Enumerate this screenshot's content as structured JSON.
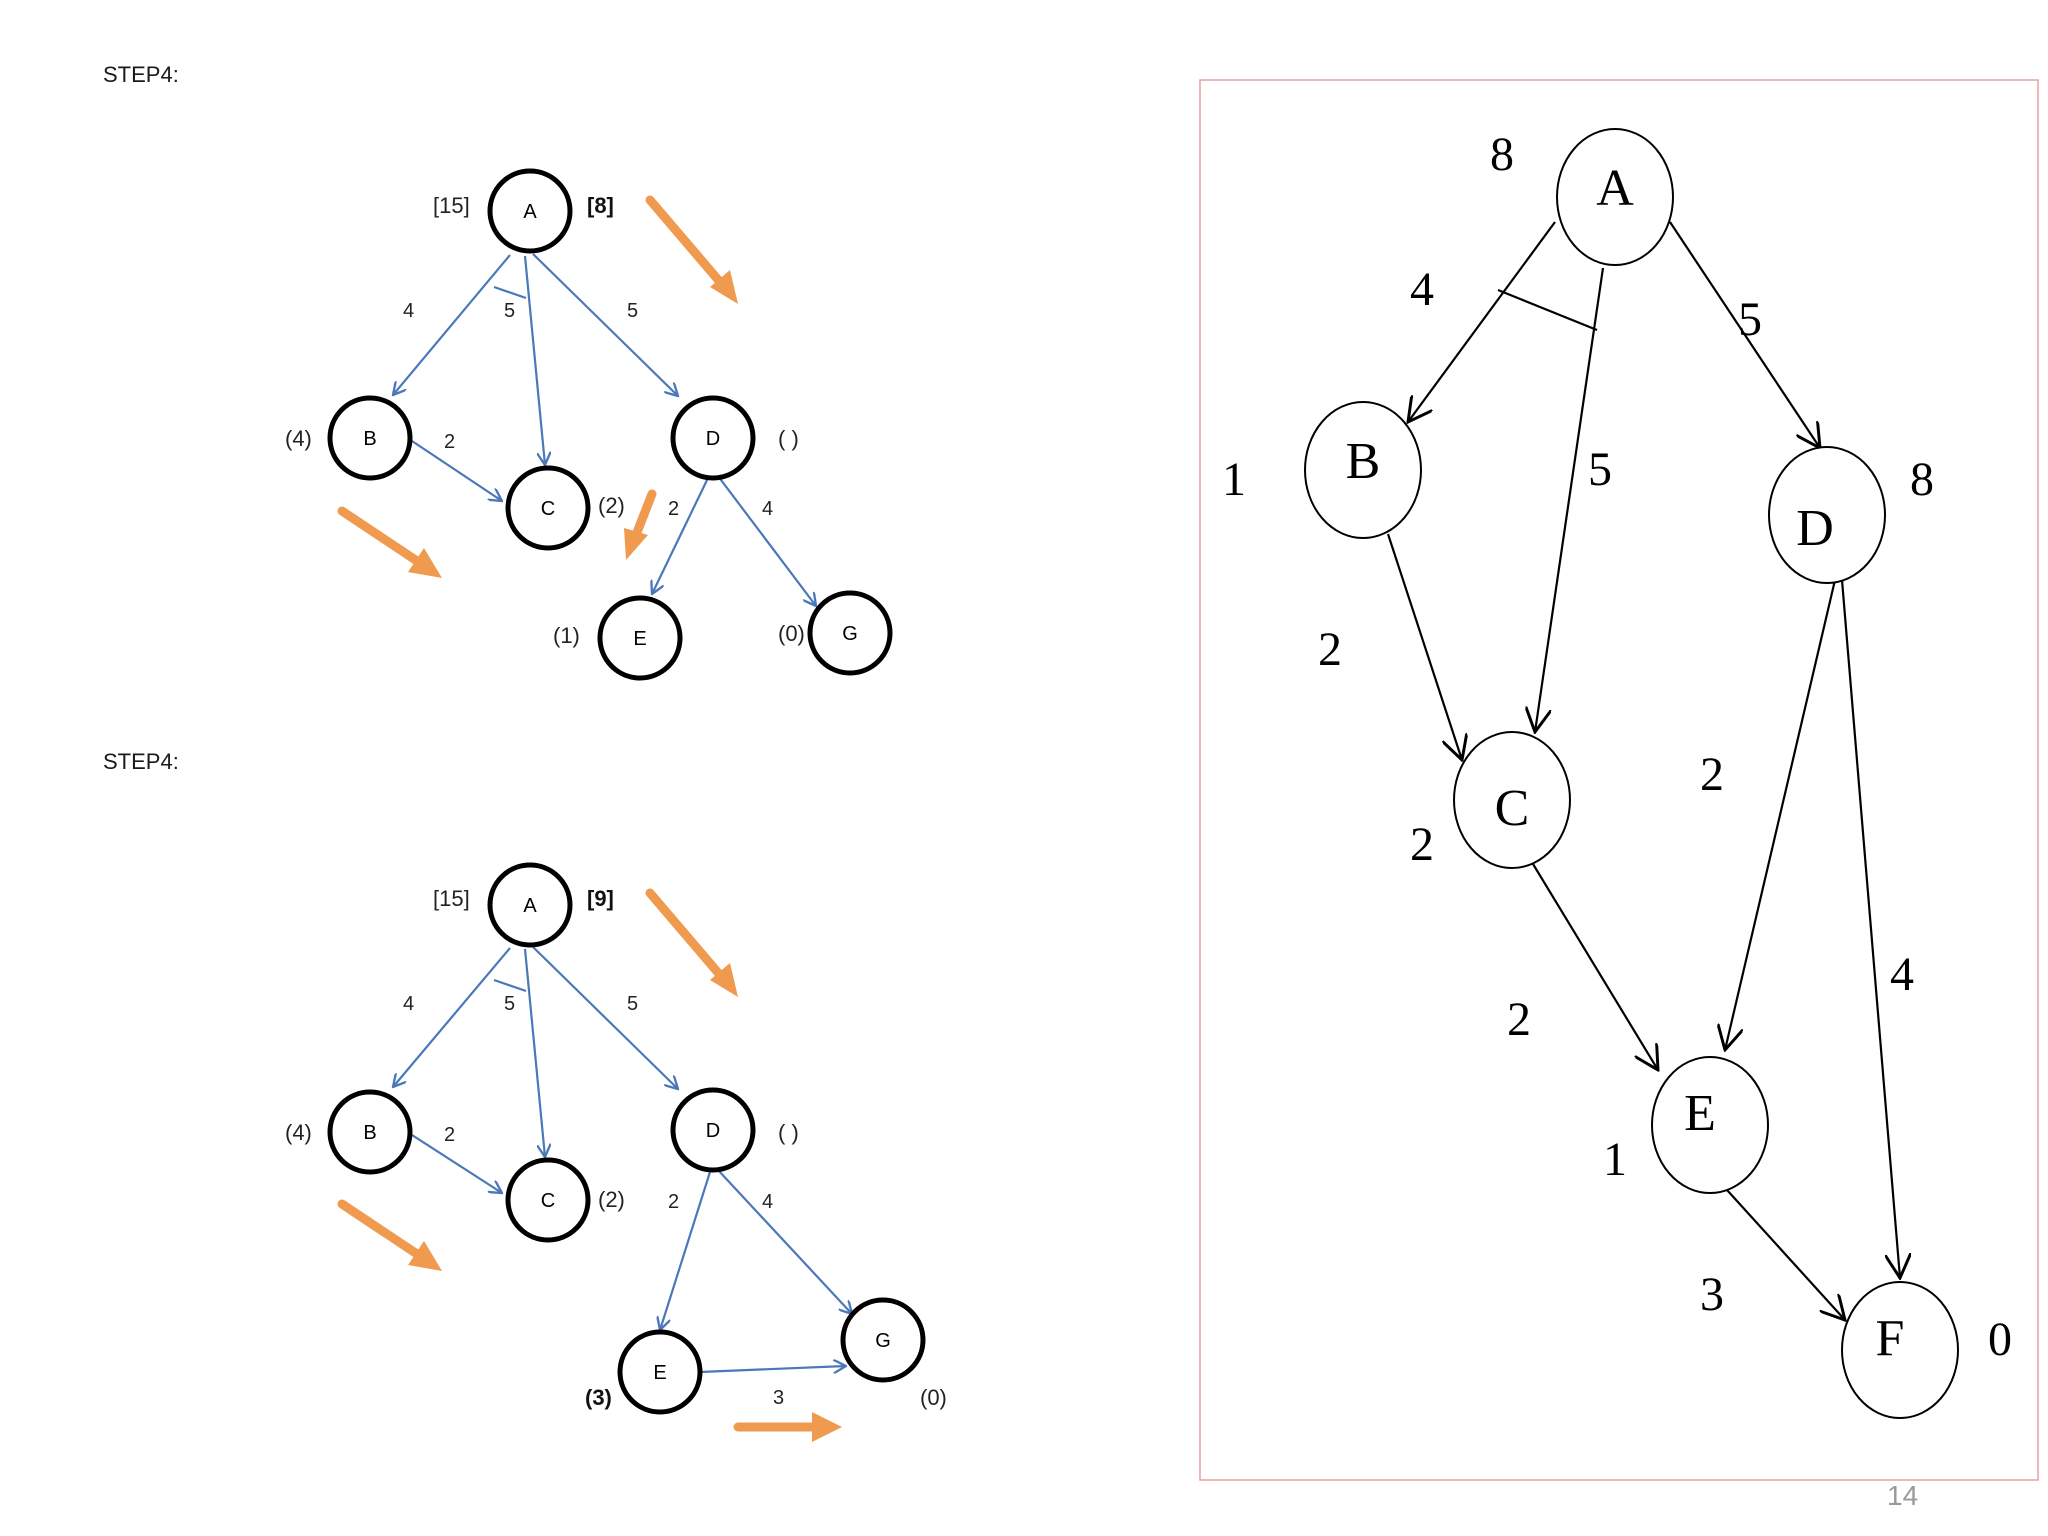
{
  "step_labels": [
    "STEP4:",
    "STEP4:"
  ],
  "page_number": "14",
  "colors": {
    "edge_blue": "#4a78b8",
    "arrow_orange": "#ef9a4e",
    "frame_pink": "#e8a0a0"
  },
  "diagram1": {
    "nodes": {
      "A": "A",
      "B": "B",
      "C": "C",
      "D": "D",
      "E": "E",
      "G": "G"
    },
    "labels": {
      "A_left": "[15]",
      "A_right": "[8]",
      "B": "(4)",
      "C": "(2)",
      "D": "( )",
      "E": "(1)",
      "G": "(0)"
    },
    "weights": {
      "AB": "4",
      "AC": "5",
      "AD": "5",
      "BC": "2",
      "DE": "2",
      "DG": "4"
    }
  },
  "diagram2": {
    "nodes": {
      "A": "A",
      "B": "B",
      "C": "C",
      "D": "D",
      "E": "E",
      "G": "G"
    },
    "labels": {
      "A_left": "[15]",
      "A_right": "[9]",
      "B": "(4)",
      "C": "(2)",
      "D": "( )",
      "E": "(3)",
      "G": "(0)"
    },
    "weights": {
      "AB": "4",
      "AC": "5",
      "AD": "5",
      "BC": "2",
      "DE": "2",
      "DG": "4",
      "EG": "3"
    }
  },
  "diagram3": {
    "nodes": {
      "A": "A",
      "B": "B",
      "C": "C",
      "D": "D",
      "E": "E",
      "F": "F"
    },
    "heuristics": {
      "A": "8",
      "B": "1",
      "C": "2",
      "D": "8",
      "E": "1",
      "F": "0"
    },
    "weights": {
      "AB": "4",
      "AC": "5",
      "AD": "5",
      "BC": "2",
      "CE": "2",
      "DE": "2",
      "DF": "4",
      "EF": "3"
    }
  }
}
